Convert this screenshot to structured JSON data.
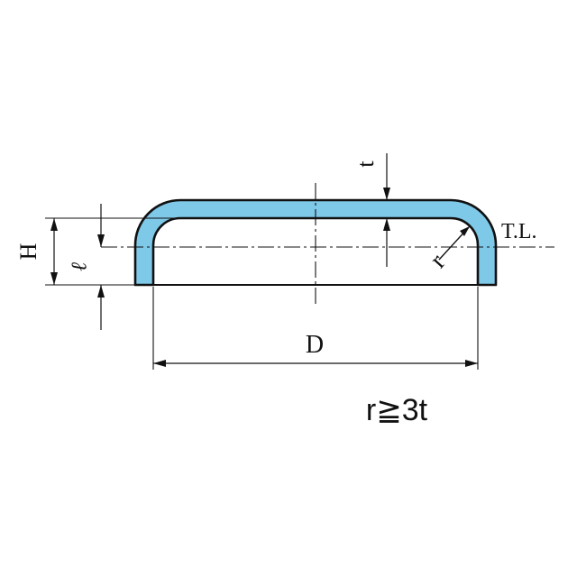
{
  "labels": {
    "thickness": "t",
    "tangent_line": "T.L.",
    "radius": "r",
    "height": "H",
    "straight_flange": "ℓ",
    "diameter": "D",
    "condition": "r≧3t"
  },
  "colors": {
    "shell_fill": "#7ec8e8",
    "line": "#111111",
    "background": "#ffffff"
  }
}
